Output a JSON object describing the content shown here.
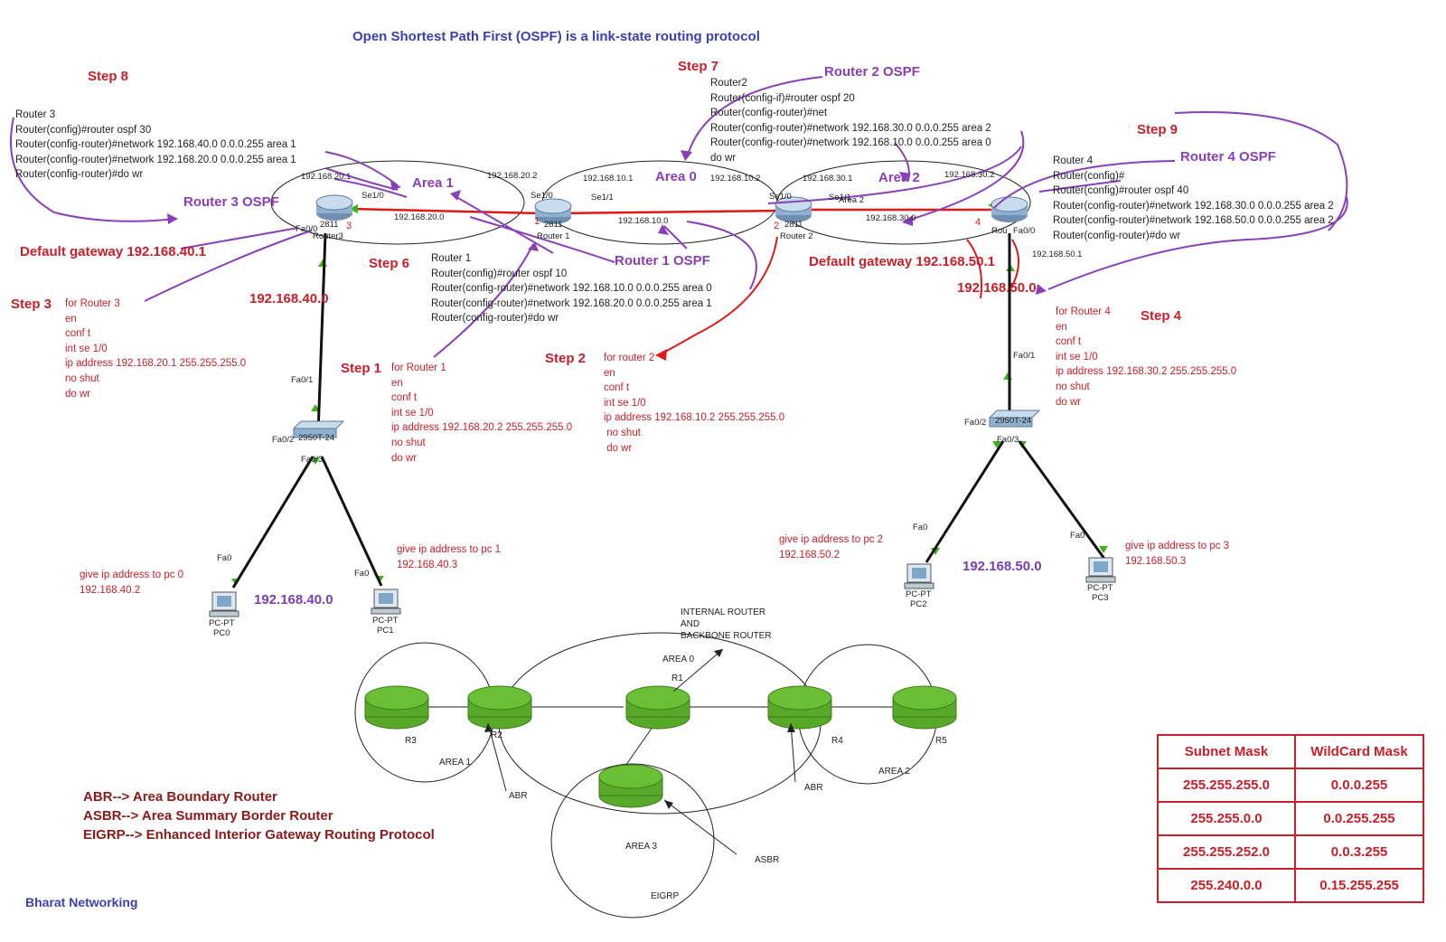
{
  "title": "Open Shortest Path First (OSPF) is a link-state routing protocol",
  "brand": "Bharat Networking",
  "steps": {
    "s1": "Step 1",
    "s2": "Step 2",
    "s3": "Step 3",
    "s4": "Step 4",
    "s6": "Step 6",
    "s7": "Step 7",
    "s8": "Step 8",
    "s9": "Step 9"
  },
  "ospf_labels": {
    "r1": "Router 1 OSPF",
    "r2": "Router 2 OSPF",
    "r3": "Router 3 OSPF",
    "r4": "Router 4 OSPF"
  },
  "areas": {
    "a0": "Area 0",
    "a1": "Area 1",
    "a2": "Area 2",
    "a2_small": "Area 2"
  },
  "gateways": {
    "left": "Default gateway 192.168.40.1",
    "right": "Default gateway 192.168.50.1"
  },
  "networks": {
    "n40_top": "192.168.40.0",
    "n40_bottom": "192.168.40.0",
    "n50_top": "192.168.50.0",
    "n50_bottom": "192.168.50.0"
  },
  "router3_cfg": [
    "Router 3",
    "Router(config)#router ospf 30",
    "Router(config-router)#network 192.168.40.0 0.0.0.255 area 1",
    "Router(config-router)#network 192.168.20.0 0.0.0.255 area 1",
    "Router(config-router)#do wr"
  ],
  "router2_cfg": [
    "Router2",
    "Router(config-if)#router ospf 20",
    "Router(config-router)#net",
    "Router(config-router)#network 192.168.30.0 0.0.0.255 area 2",
    "Router(config-router)#network 192.168.10.0 0.0.0.255 area 0",
    "do wr"
  ],
  "router4_cfg": [
    "Router 4",
    "Router(config)#",
    "Router(config)#router ospf 40",
    "Router(config-router)#network 192.168.30.0 0.0.0.255 area 2",
    "Router(config-router)#network 192.168.50.0 0.0.0.255 area 2",
    "Router(config-router)#do wr"
  ],
  "router1_cfg": [
    "Router 1",
    "Router(config)#router ospf 10",
    "Router(config-router)#network 192.168.10.0 0.0.0.255 area 0",
    "Router(config-router)#network 192.168.20.0 0.0.0.255 area 1",
    "Router(config-router)#do wr"
  ],
  "step3_cmds": [
    "for Router 3",
    "en",
    "conf t",
    "int se 1/0",
    "ip address 192.168.20.1  255.255.255.0",
    "no shut",
    "do wr"
  ],
  "step1_cmds": [
    "for Router 1",
    "en",
    "conf t",
    "int se 1/0",
    "ip address 192.168.20.2 255.255.255.0",
    "no shut",
    "do wr"
  ],
  "step2_cmds": [
    "for router 2",
    "en",
    "conf t",
    "int se 1/0",
    "ip address 192.168.10.2 255.255.255.0",
    " no shut",
    " do wr"
  ],
  "step4_cmds": [
    "for Router 4",
    "en",
    "conf t",
    "int se 1/0",
    "ip address 192.168.30.2 255.255.255.0",
    "no shut",
    "do wr"
  ],
  "pc_notes": {
    "pc0": [
      "give ip address to pc 0",
      "192.168.40.2"
    ],
    "pc1": [
      "give ip address to pc 1",
      "192.168.40.3"
    ],
    "pc2": [
      "give ip address to pc 2",
      "192.168.50.2"
    ],
    "pc3": [
      "give ip address to pc 3",
      "192.168.50.3"
    ]
  },
  "topology_labels": {
    "ip_20_1": "192.168.20.1",
    "ip_20_2": "192.168.20.2",
    "ip_20_0": "192.168.20.0",
    "ip_10_1": "192.168.10.1",
    "ip_10_2": "192.168.10.2",
    "ip_10_0": "192.168.10.0",
    "ip_30_1": "192.168.30.1",
    "ip_30_2": "192.168.30.2",
    "ip_30_0": "192.168.30.0",
    "ip_50_1": "192.168.50.1",
    "se10_a": "Se1/0",
    "se11_a": "Se1/1",
    "se10_b": "Se1/0",
    "se10_c": "Se1/0",
    "se11_b": "Se1/1",
    "fa00_r3": "Fa0/0",
    "fa00_r4": "Fa0/0",
    "fa01_l": "Fa0/1",
    "fa01_r": "Fa0/1",
    "fa02_l": "Fa0/2",
    "fa03_l": "Fa0/3",
    "fa02_r": "Fa0/2",
    "fa03_r": "Fa0/3",
    "fa0_pc0": "Fa0",
    "fa0_pc1": "Fa0",
    "fa0_pc2": "Fa0",
    "fa0_pc3": "Fa0",
    "r1_model": "2811",
    "r1_name": "Router 1",
    "r2_model": "2811",
    "r2_name": "Router 2",
    "r3_model": "2811",
    "r3_name": "Router3",
    "r4_name": "Rou",
    "sw_l": "2950T-24",
    "sw_r": "2950T-24",
    "pc0": [
      "PC-PT",
      "PC0"
    ],
    "pc1": [
      "PC-PT",
      "PC1"
    ],
    "pc2": [
      "PC-PT",
      "PC2"
    ],
    "pc3": [
      "PC-PT",
      "PC3"
    ],
    "num1": "1",
    "num2": "2",
    "num3": "3",
    "num4": "4"
  },
  "lower_diagram": {
    "internal": [
      "INTERNAL ROUTER",
      "AND",
      "BACKBONE ROUTER"
    ],
    "area0": "AREA 0",
    "area1": "AREA 1",
    "area2": "AREA 2",
    "area3": "AREA 3",
    "eigrp": "EIGRP",
    "abr_l": "ABR",
    "abr_r": "ABR",
    "asbr": "ASBR",
    "r1": "R1",
    "r2": "R2",
    "r3": "R3",
    "r4": "R4",
    "r5": "R5"
  },
  "glossary": [
    "ABR--> Area Boundary Router",
    "ASBR--> Area Summary Border Router",
    "EIGRP--> Enhanced Interior Gateway Routing Protocol"
  ],
  "mask_table": {
    "headers": [
      "Subnet Mask",
      "WildCard Mask"
    ],
    "rows": [
      [
        "255.255.255.0",
        "0.0.0.255"
      ],
      [
        "255.255.0.0",
        "0.0.255.255"
      ],
      [
        "255.255.252.0",
        "0.0.3.255"
      ],
      [
        "255.240.0.0",
        "0.15.255.255"
      ]
    ]
  },
  "colors": {
    "red": "#c8202a",
    "purple": "#8a3fb8",
    "blue": "#3a3fb5",
    "green": "#3f9e1c"
  }
}
